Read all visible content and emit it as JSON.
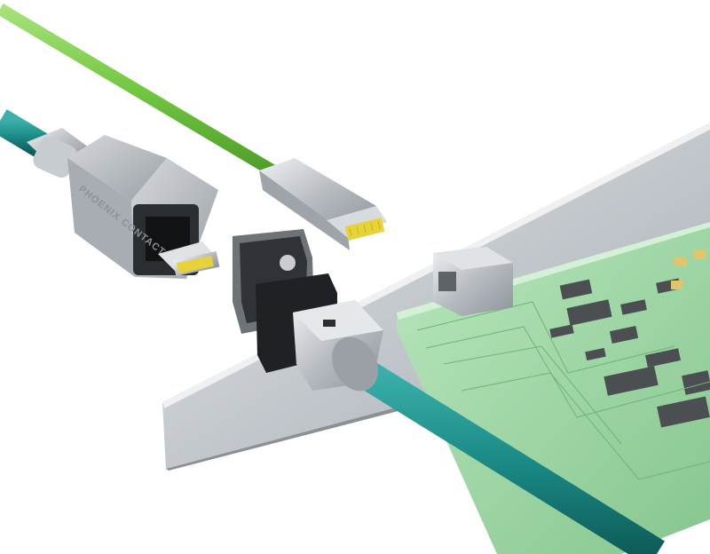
{
  "scene": {
    "background": "#ffffff",
    "colors": {
      "green_cable": "#7ccf4a",
      "teal_cable": "#1d8b86",
      "pcb": "#9fd7a6",
      "chip": "#4b4f52",
      "gold_contacts": "#e8d23a",
      "metal_panel": "#c9cdd1",
      "connector_housing": "#b9bdc2"
    },
    "icons": [
      "green-ethernet-cable",
      "rj45-plug",
      "industrial-push-pull-connector",
      "panel-feedthrough-connector",
      "pcb-rj45-jack",
      "circuit-board",
      "teal-ethernet-cable"
    ]
  },
  "logo": {
    "housing_text": "PHOENIX CONTACT"
  }
}
